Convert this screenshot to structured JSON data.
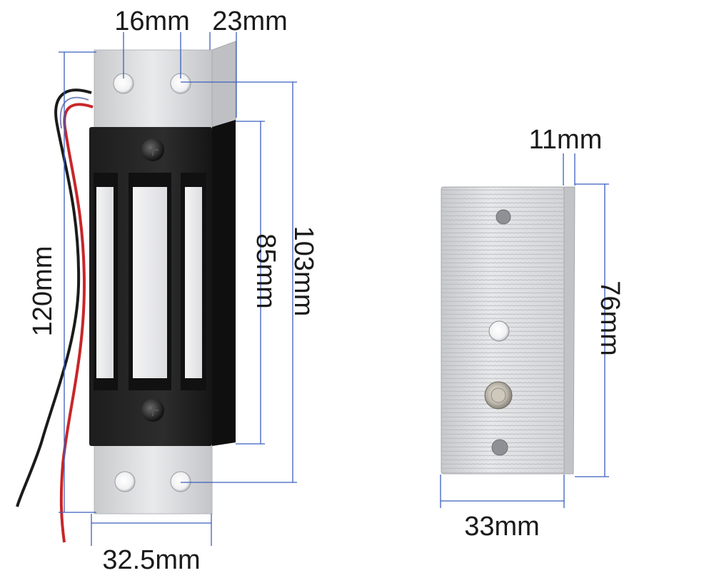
{
  "dimensions": {
    "lock_hole_spacing": "16mm",
    "lock_depth": "23mm",
    "lock_total_length": "120mm",
    "lock_hole_pitch": "103mm",
    "lock_body_length": "85mm",
    "lock_width": "32.5mm",
    "plate_depth": "11mm",
    "plate_length": "76mm",
    "plate_width": "33mm"
  },
  "colors": {
    "dimension_line": "#3a5fbf",
    "wire_red": "#c8262a",
    "wire_black": "#1b1b1b",
    "magnet_body": "#262626",
    "metal": "#d7d8da"
  }
}
